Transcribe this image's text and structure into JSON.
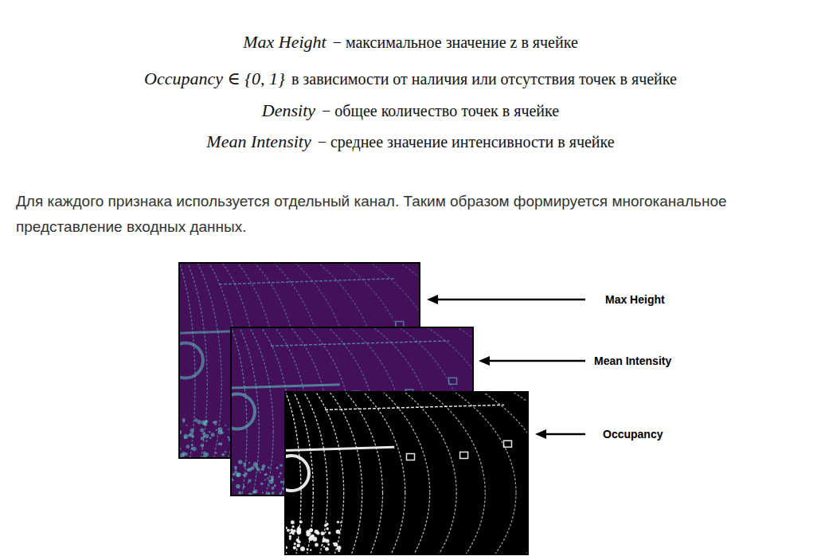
{
  "diagram": {
    "labels": [
      "Max Height",
      "− максимальное значение z в ячейке",
      "Occupancy ∈ {0, 1}",
      "в зависимости от наличия или отсутствия точек в ячейке",
      "Density",
      "− общее количество точек в ячейке",
      "Mean Intensity",
      "− среднее значение интенсивности в ячейке",
      "Для каждого признака используется отдельный канал. Таким образом формируется многоканальное представление входных данных.",
      "Max Height",
      "Mean Intensity",
      "Occupancy"
    ]
  }
}
